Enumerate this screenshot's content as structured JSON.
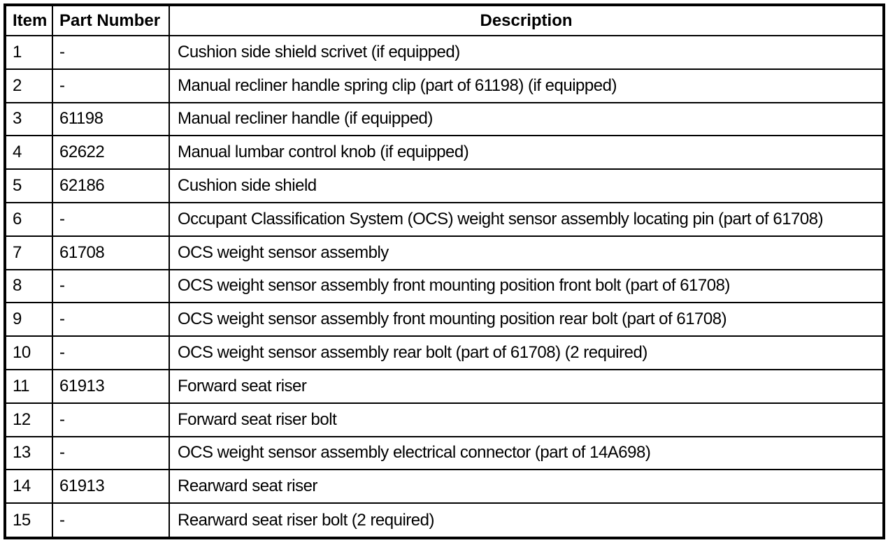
{
  "table": {
    "columns": [
      {
        "key": "item",
        "label": "Item"
      },
      {
        "key": "part_number",
        "label": "Part Number"
      },
      {
        "key": "description",
        "label": "Description"
      }
    ],
    "rows": [
      {
        "item": "1",
        "part_number": "-",
        "description": "Cushion side shield scrivet (if equipped)"
      },
      {
        "item": "2",
        "part_number": "-",
        "description": "Manual recliner handle spring clip (part of 61198) (if equipped)"
      },
      {
        "item": "3",
        "part_number": "61198",
        "description": "Manual recliner handle (if equipped)"
      },
      {
        "item": "4",
        "part_number": "62622",
        "description": "Manual lumbar control knob (if equipped)"
      },
      {
        "item": "5",
        "part_number": "62186",
        "description": "Cushion side shield"
      },
      {
        "item": "6",
        "part_number": "-",
        "description": "Occupant Classification System (OCS) weight sensor assembly locating pin (part of 61708)"
      },
      {
        "item": "7",
        "part_number": "61708",
        "description": "OCS weight sensor assembly"
      },
      {
        "item": "8",
        "part_number": "-",
        "description": "OCS weight sensor assembly front mounting position front bolt (part of 61708)"
      },
      {
        "item": "9",
        "part_number": "-",
        "description": "OCS weight sensor assembly front mounting position rear bolt (part of 61708)"
      },
      {
        "item": "10",
        "part_number": "-",
        "description": "OCS weight sensor assembly rear bolt (part of 61708) (2 required)"
      },
      {
        "item": "11",
        "part_number": "61913",
        "description": "Forward seat riser"
      },
      {
        "item": "12",
        "part_number": "-",
        "description": "Forward seat riser bolt"
      },
      {
        "item": "13",
        "part_number": "-",
        "description": "OCS weight sensor assembly electrical connector (part of 14A698)"
      },
      {
        "item": "14",
        "part_number": "61913",
        "description": "Rearward seat riser"
      },
      {
        "item": "15",
        "part_number": "-",
        "description": "Rearward seat riser bolt (2 required)"
      }
    ]
  },
  "colors": {
    "border": "#000000",
    "text": "#000000",
    "background": "#ffffff"
  }
}
